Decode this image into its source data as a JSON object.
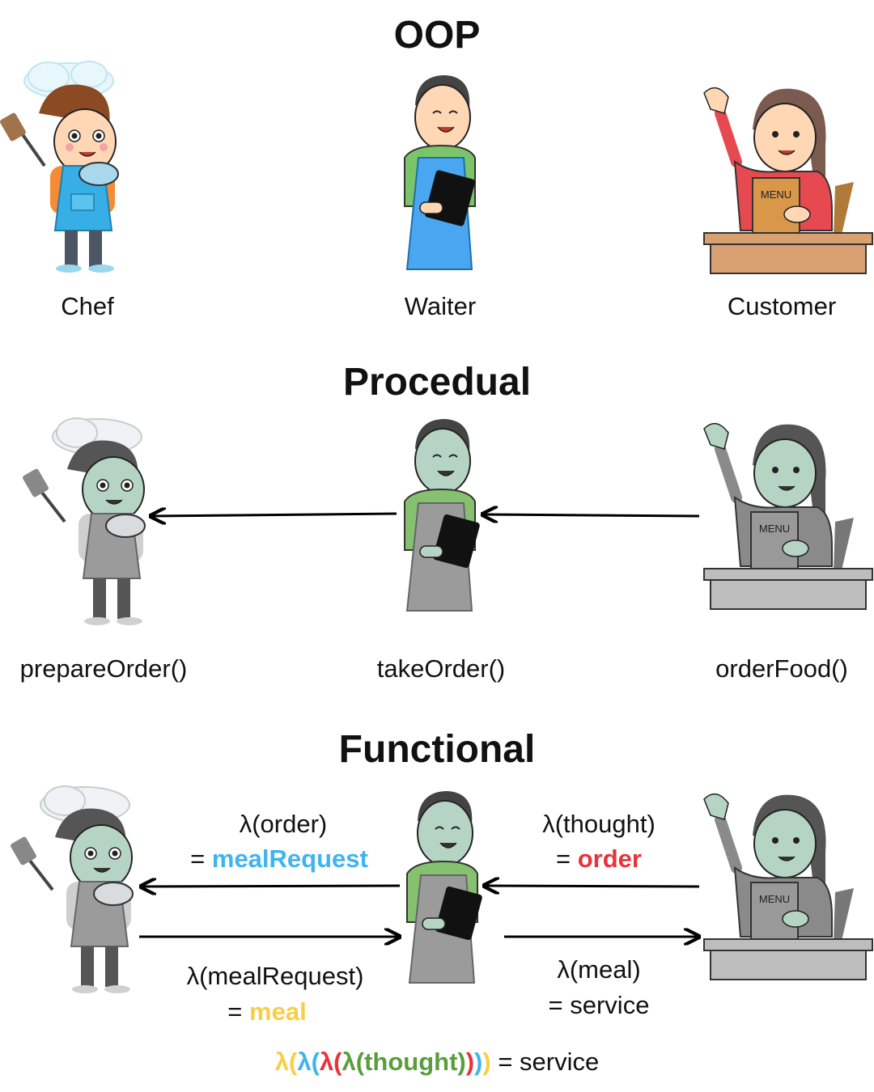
{
  "sections": {
    "oop": {
      "title": "OOP",
      "labels": {
        "chef": "Chef",
        "waiter": "Waiter",
        "customer": "Customer"
      }
    },
    "procedural": {
      "title": "Procedual",
      "labels": {
        "chef": "prepareOrder()",
        "waiter": "takeOrder()",
        "customer": "orderFood()"
      }
    },
    "functional": {
      "title": "Functional",
      "order_lambda": "λ(order)",
      "order_eq": "=",
      "order_result": "mealRequest",
      "thought_lambda": "λ(thought)",
      "thought_eq": "=",
      "thought_result": "order",
      "mealrequest_lambda": "λ(mealRequest)",
      "mealrequest_eq": "=",
      "mealrequest_result": "meal",
      "meal_lambda": "λ(meal)",
      "meal_eq": "= service",
      "composition": {
        "p1": "λ(",
        "p2": "λ(",
        "p3": "λ(",
        "p4": "λ(",
        "inner": "thought",
        "c4": ")",
        "c3": ")",
        "c2": ")",
        "c1": ")",
        "tail": " = service"
      }
    }
  },
  "menu_sign": "MENU",
  "colors": {
    "blue": "#3fb4ee",
    "red": "#e8333a",
    "yellow": "#f7cf45",
    "green": "#5a9e3c",
    "gray": "#9b9b9b",
    "skin_gray": "#b5d4c4"
  }
}
